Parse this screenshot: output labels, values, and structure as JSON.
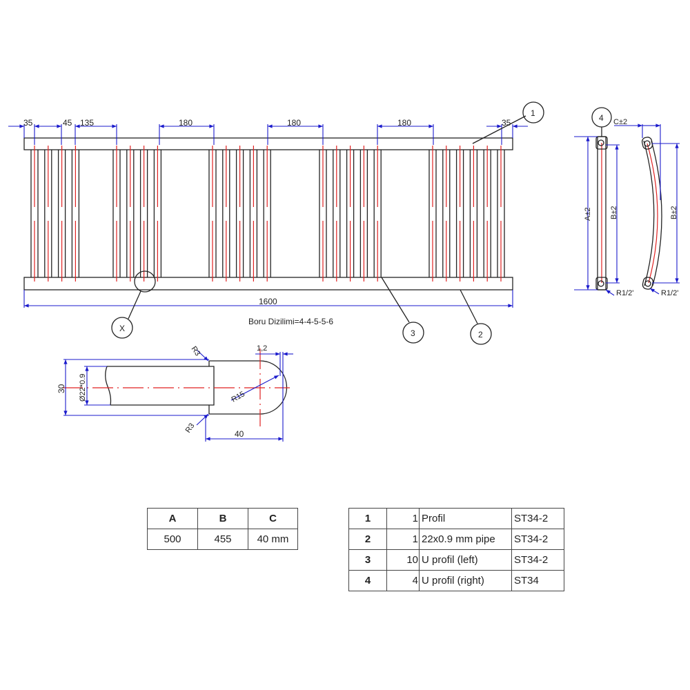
{
  "main_view": {
    "dims_top": [
      "35",
      "45",
      "135",
      "180",
      "180",
      "180",
      "35"
    ],
    "overall_length": "1600",
    "tube_arrangement": "Boru Dizilimi=4-4-5-5-6",
    "tube_groups": [
      4,
      4,
      5,
      5,
      6
    ],
    "callouts": {
      "one": "1",
      "two": "2",
      "three": "3",
      "detail": "X"
    }
  },
  "side_view": {
    "callout_four": "4",
    "dim_a": "A±2",
    "dim_b_left": "B±2",
    "dim_b_right": "B±2",
    "dim_c": "C±2",
    "thread_left": "R1/2'",
    "thread_right": "R1/2'"
  },
  "detail_view": {
    "dim_height": "30",
    "dim_pipe": "Ø22*0.9",
    "radius_top": "R3",
    "radius_bottom": "R3",
    "radius_cap": "R15",
    "wall": "1,2",
    "length": "40"
  },
  "size_table": {
    "headers": [
      "A",
      "B",
      "C"
    ],
    "values": [
      "500",
      "455",
      "40 mm"
    ]
  },
  "parts_table": [
    {
      "no": "1",
      "qty": "1",
      "name": "Profil",
      "material": "ST34-2"
    },
    {
      "no": "2",
      "qty": "1",
      "name": "22x0.9 mm pipe",
      "material": "ST34-2"
    },
    {
      "no": "3",
      "qty": "10",
      "name": "U profil (left)",
      "material": "ST34-2"
    },
    {
      "no": "4",
      "qty": "4",
      "name": "U profil (right)",
      "material": "ST34"
    }
  ],
  "colors": {
    "outline": "#222222",
    "centerline": "#e02020",
    "dimension": "#1a1acc"
  }
}
